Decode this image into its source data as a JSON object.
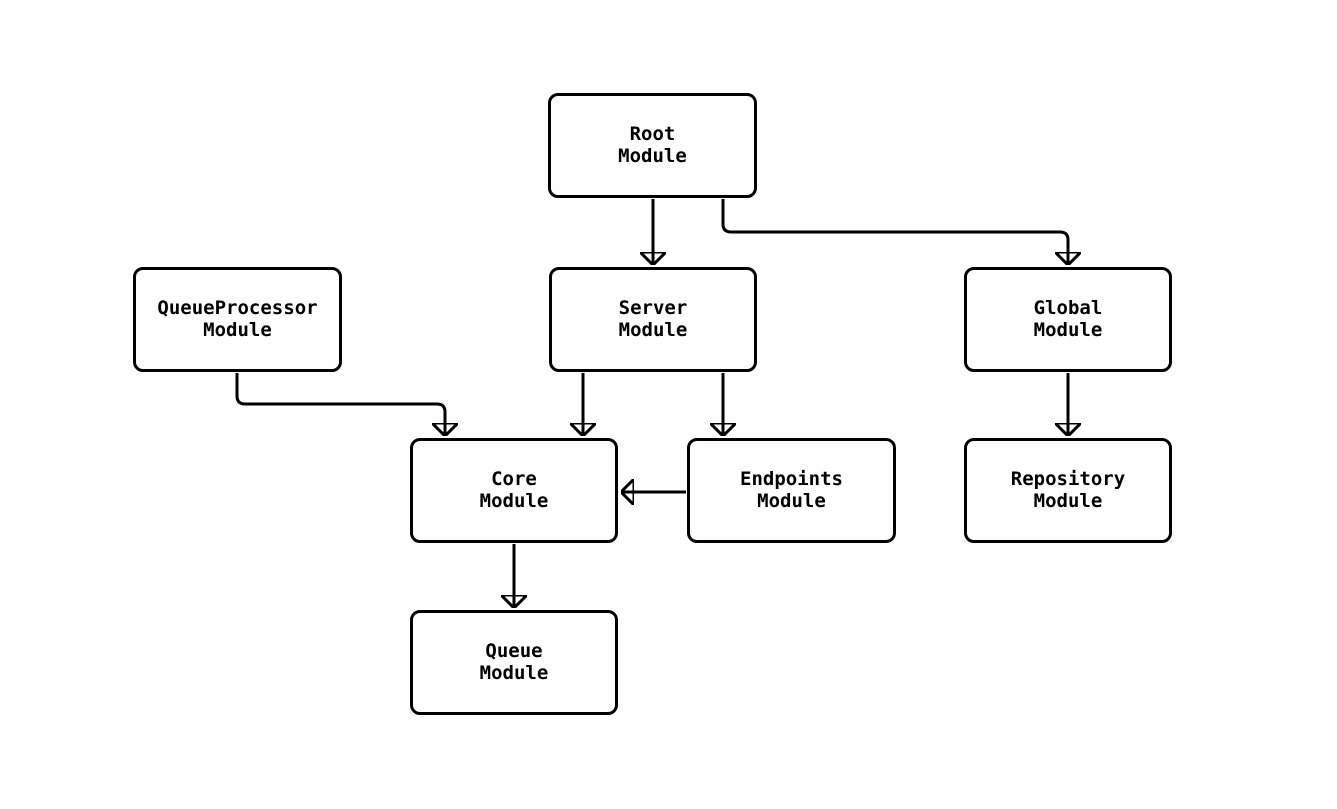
{
  "diagram": {
    "title": "module-dependency-diagram",
    "background_color": "#ffffff",
    "node_border_color": "#000000",
    "node_fill_color": "#fefefe",
    "edge_color": "#000000",
    "text_color": "#000000",
    "nodes": [
      {
        "id": "root",
        "label": "Root\nModule"
      },
      {
        "id": "queueprocessor",
        "label": "QueueProcessor\nModule"
      },
      {
        "id": "server",
        "label": "Server\nModule"
      },
      {
        "id": "global",
        "label": "Global\nModule"
      },
      {
        "id": "core",
        "label": "Core\nModule"
      },
      {
        "id": "endpoints",
        "label": "Endpoints\nModule"
      },
      {
        "id": "repository",
        "label": "Repository\nModule"
      },
      {
        "id": "queue",
        "label": "Queue\nModule"
      }
    ],
    "edges": [
      {
        "from": "root",
        "to": "server"
      },
      {
        "from": "root",
        "to": "global"
      },
      {
        "from": "queueprocessor",
        "to": "core"
      },
      {
        "from": "server",
        "to": "core"
      },
      {
        "from": "server",
        "to": "endpoints"
      },
      {
        "from": "endpoints",
        "to": "core"
      },
      {
        "from": "global",
        "to": "repository"
      },
      {
        "from": "core",
        "to": "queue"
      }
    ]
  }
}
